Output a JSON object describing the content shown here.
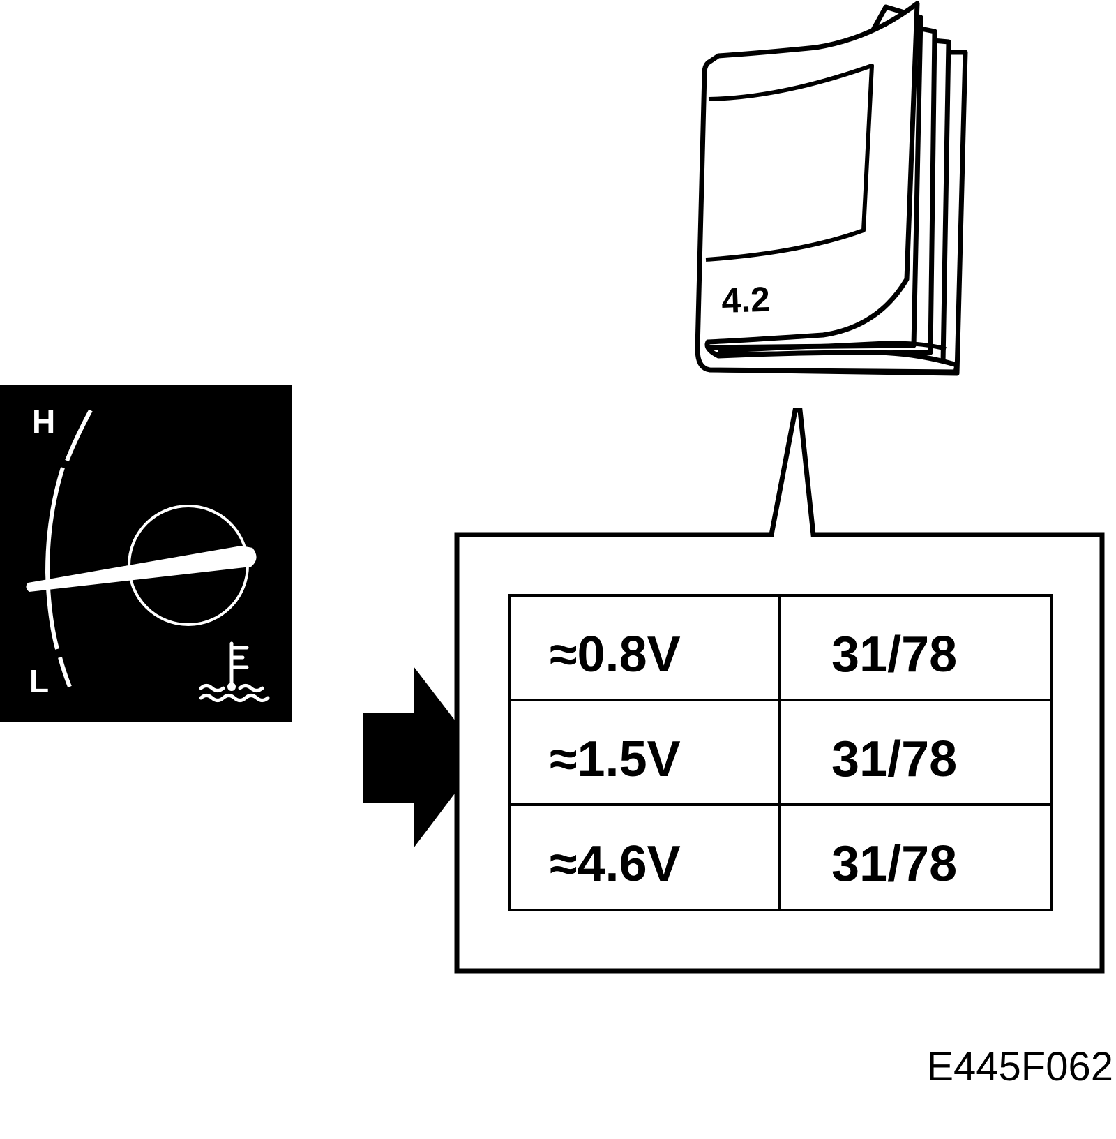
{
  "colors": {
    "ink": "#000000",
    "paper": "#ffffff"
  },
  "gauge": {
    "high_label": "H",
    "low_label": "L",
    "icon": "coolant-temperature-icon"
  },
  "manual": {
    "label": "4.2",
    "icon": "manual-book-icon"
  },
  "table": {
    "rows": [
      {
        "voltage": "≈0.8V",
        "pins": "31/78"
      },
      {
        "voltage": "≈1.5V",
        "pins": "31/78"
      },
      {
        "voltage": "≈4.6V",
        "pins": "31/78"
      }
    ]
  },
  "figure_ref": "E445F062"
}
